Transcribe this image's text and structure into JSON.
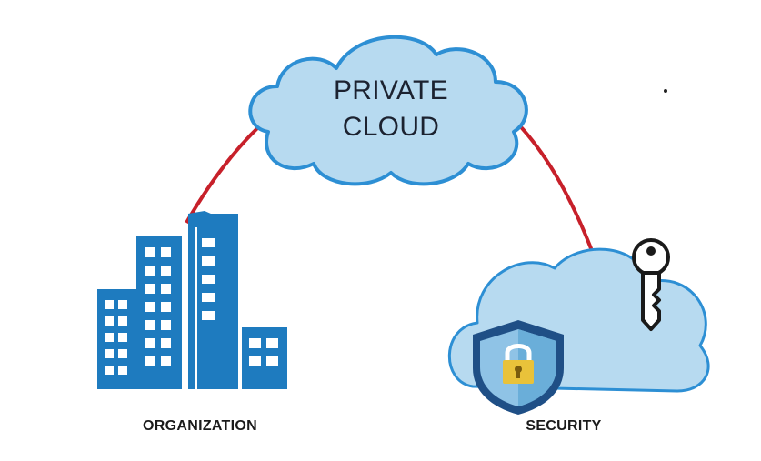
{
  "cloud": {
    "line1": "PRIVATE",
    "line2": "CLOUD"
  },
  "nodes": {
    "organization": "ORGANIZATION",
    "security": "SECURITY"
  },
  "colors": {
    "cloud_fill": "#b7daf0",
    "cloud_stroke": "#2d8fd4",
    "connector": "#c7202a",
    "building": "#1e7bbf",
    "shield_fill": "#1f4f86",
    "lock": "#e9c23a",
    "key": "#ffffff"
  },
  "icons": [
    "building-icon",
    "cloud-icon",
    "shield-lock-icon",
    "key-icon"
  ]
}
